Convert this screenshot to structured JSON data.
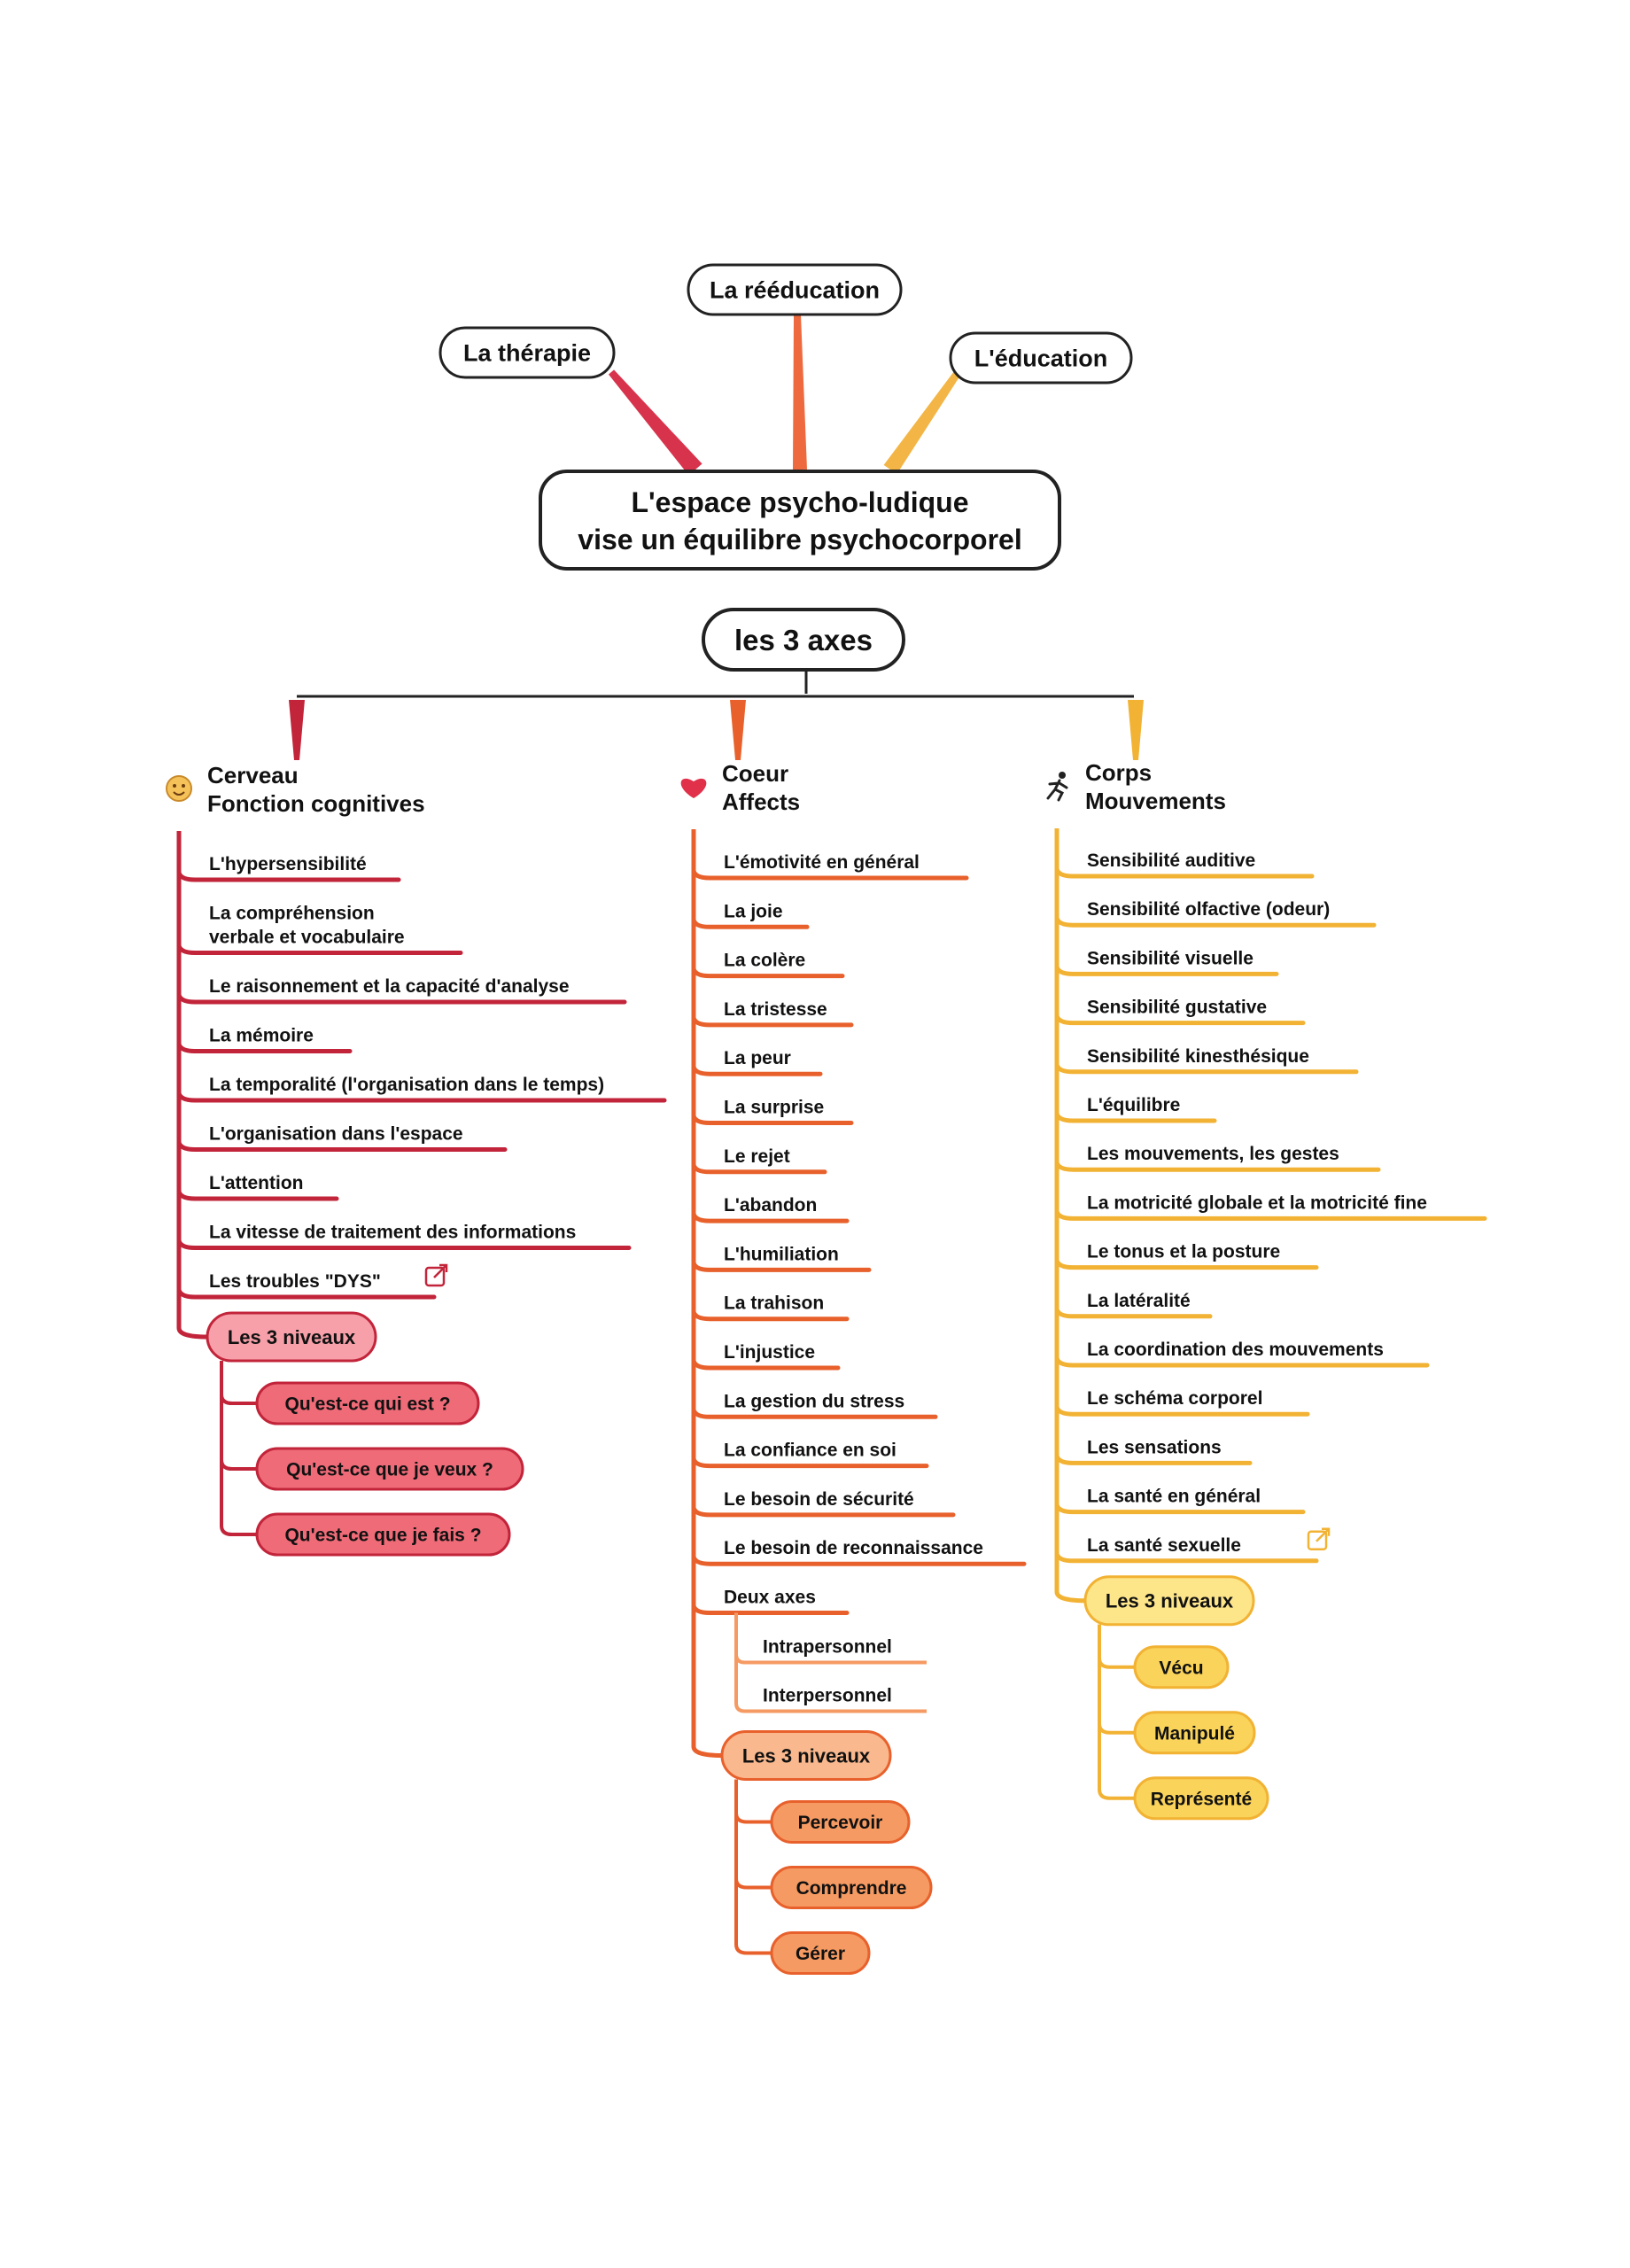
{
  "top_nodes": {
    "therapie": "La thérapie",
    "reeducation": "La rééducation",
    "education": "L'éducation"
  },
  "center": {
    "line1": "L'espace psycho-ludique",
    "line2": "vise un équilibre psychocorporel"
  },
  "axes_node": "les 3 axes",
  "colors": {
    "red": "#c2243a",
    "red_light": "#ef6b78",
    "red_fill": "#f7a0aa",
    "orange": "#e8612c",
    "orange_light": "#f59a62",
    "orange_fill": "#f9b88e",
    "yellow": "#f2b233",
    "yellow_light": "#f9d35a",
    "yellow_fill": "#fde58a",
    "outline": "#222222"
  },
  "columns": [
    {
      "id": "cerveau",
      "icon": "smiley-icon",
      "title1": "Cerveau",
      "title2": "Fonction cognitives",
      "items": [
        [
          "L'hypersensibilité"
        ],
        [
          "La compréhension",
          "verbale et vocabulaire"
        ],
        [
          "Le raisonnement et la capacité d'analyse"
        ],
        [
          "La mémoire"
        ],
        [
          "La temporalité (l'organisation dans le temps)"
        ],
        [
          "L'organisation dans l'espace"
        ],
        [
          "L'attention"
        ],
        [
          "La vitesse de traitement des informations"
        ],
        [
          "Les troubles \"DYS\""
        ]
      ],
      "link_item_index": 8,
      "levels_label": "Les 3 niveaux",
      "levels": [
        "Qu'est-ce qui est ?",
        "Qu'est-ce que je veux ?",
        "Qu'est-ce que je fais ?"
      ]
    },
    {
      "id": "coeur",
      "icon": "heart-icon",
      "title1": "Coeur",
      "title2": "Affects",
      "items": [
        [
          "L'émotivité en général"
        ],
        [
          "La joie"
        ],
        [
          "La colère"
        ],
        [
          "La tristesse"
        ],
        [
          "La peur"
        ],
        [
          "La surprise"
        ],
        [
          "Le rejet"
        ],
        [
          "L'abandon"
        ],
        [
          "L'humiliation"
        ],
        [
          "La trahison"
        ],
        [
          "L'injustice"
        ],
        [
          "La gestion du stress"
        ],
        [
          "La confiance en soi"
        ],
        [
          "Le besoin de sécurité"
        ],
        [
          "Le besoin de reconnaissance"
        ],
        [
          "Deux axes"
        ]
      ],
      "sub_items": [
        "Intrapersonnel",
        "Interpersonnel"
      ],
      "levels_label": "Les 3 niveaux",
      "levels": [
        "Percevoir",
        "Comprendre",
        "Gérer"
      ]
    },
    {
      "id": "corps",
      "icon": "running-person-icon",
      "title1": "Corps",
      "title2": "Mouvements",
      "items": [
        [
          "Sensibilité auditive"
        ],
        [
          "Sensibilité olfactive (odeur)"
        ],
        [
          "Sensibilité visuelle"
        ],
        [
          "Sensibilité gustative"
        ],
        [
          "Sensibilité kinesthésique"
        ],
        [
          "L'équilibre"
        ],
        [
          "Les mouvements, les gestes"
        ],
        [
          "La motricité globale et la motricité fine"
        ],
        [
          "Le tonus et la posture"
        ],
        [
          "La latéralité"
        ],
        [
          "La coordination des mouvements"
        ],
        [
          "Le schéma corporel"
        ],
        [
          "Les sensations"
        ],
        [
          "La santé en général"
        ],
        [
          "La santé sexuelle"
        ]
      ],
      "link_item_index": 14,
      "levels_label": "Les 3 niveaux",
      "levels": [
        "Vécu",
        "Manipulé",
        "Représenté"
      ]
    }
  ]
}
